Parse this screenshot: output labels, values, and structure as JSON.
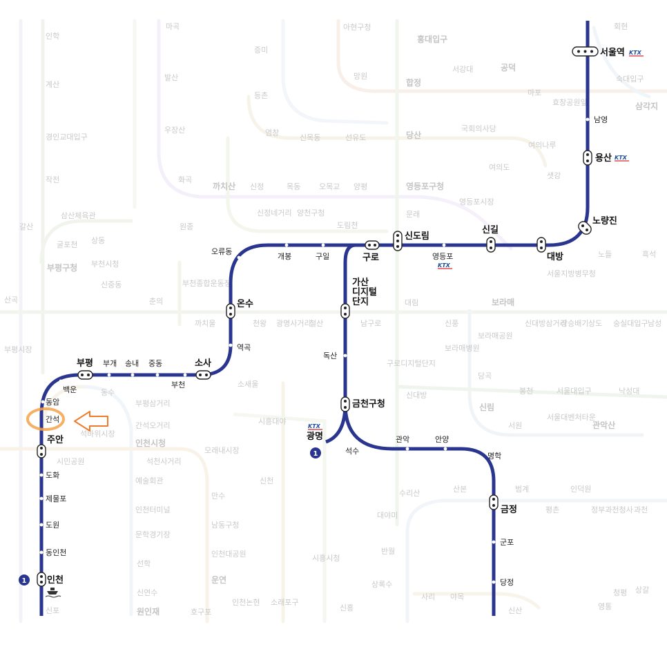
{
  "line": {
    "number": "1",
    "color": "#2a3590",
    "ktx_text": "KTX",
    "ktx_colors": [
      "#1d4fa0",
      "#d6262c"
    ]
  },
  "highlight": {
    "station": "간석",
    "marker_color": "#f3a24a",
    "arrow_color": "#f07a2a"
  },
  "stations": {
    "seoul": "서울역",
    "namyeong": "남영",
    "yongsan": "용산",
    "noryangjin": "노량진",
    "daebang": "대방",
    "singil": "신길",
    "yeongdeungpo": "영등포",
    "sindorim": "신도림",
    "guro": "구로",
    "guil": "구일",
    "gaebong": "개봉",
    "oryudong": "오류동",
    "onsu": "온수",
    "yeokgok": "역곡",
    "sosa": "소사",
    "bucheon": "부천",
    "jungdong": "중동",
    "songnae": "송내",
    "bugae": "부개",
    "bupyeong": "부평",
    "baegun": "백운",
    "dongam": "동암",
    "ganseok": "간석",
    "juan": "주안",
    "dohwa": "도화",
    "jemulpo": "제물포",
    "dowon": "도원",
    "dongincheon": "동인천",
    "incheon": "인천",
    "gasan": "가산\n디지털\n단지",
    "doksan": "독산",
    "geumcheon": "금천구청",
    "gwangmyeong": "광명",
    "seoksu": "석수",
    "gwanak": "관악",
    "anyang": "안양",
    "myeonghak": "명학",
    "geumjeong": "금정",
    "gunpo": "군포",
    "dangjeong": "당정"
  },
  "background_stations": [
    "마곡",
    "아현구청",
    "홍대입구",
    "회현",
    "인학",
    "계산",
    "발산",
    "증미",
    "망원",
    "합정",
    "서강대",
    "공덕",
    "경인교대입구",
    "우장산",
    "등촌",
    "염창",
    "신목동",
    "선유도",
    "당산",
    "국회의사당",
    "여의나루",
    "효창공원앞",
    "마포",
    "숙대입구",
    "삼각지",
    "작전",
    "화곡",
    "까치산",
    "신정",
    "목동",
    "오목교",
    "양평",
    "영등포구청",
    "여의도",
    "샛강",
    "갈산",
    "삼산체육관",
    "굴포천",
    "상동",
    "원종",
    "신정네거리",
    "양천구청",
    "도림천",
    "문래",
    "영등포시장",
    "부평구청",
    "부천시청",
    "신중동",
    "춘의",
    "부천종합운동장",
    "까치울",
    "천왕",
    "광명사거리",
    "철산",
    "남구로",
    "대림",
    "신풍",
    "보라매",
    "신대방삼거리",
    "장승배기",
    "상도",
    "숭실대입구",
    "남성",
    "노들",
    "흑석",
    "서울지방병무청",
    "산곡",
    "부평시장",
    "동수",
    "부평삼거리",
    "간석오거리",
    "인천시청",
    "소새울",
    "시흥대야",
    "보라매병원",
    "보라매공원",
    "당곡",
    "구로디지털단지",
    "신대방",
    "봉천",
    "서울대입구",
    "낙성대",
    "신림",
    "서원",
    "서울대벤처타운",
    "관악산",
    "석바위시장",
    "시민공원",
    "석천사거리",
    "모래내시장",
    "예술회관",
    "만수",
    "인천터미널",
    "남동구청",
    "신천",
    "문학경기장",
    "인천대공원",
    "선학",
    "운연",
    "신연수",
    "원인재",
    "호구포",
    "인천논현",
    "소래포구",
    "시흥시청",
    "신흥",
    "수리산",
    "대야미",
    "반월",
    "상록수",
    "산본",
    "범계",
    "평촌",
    "인덕원",
    "정부과천청사",
    "과천",
    "사리",
    "야목",
    "청평",
    "상갈",
    "영통",
    "신포",
    "신산"
  ]
}
